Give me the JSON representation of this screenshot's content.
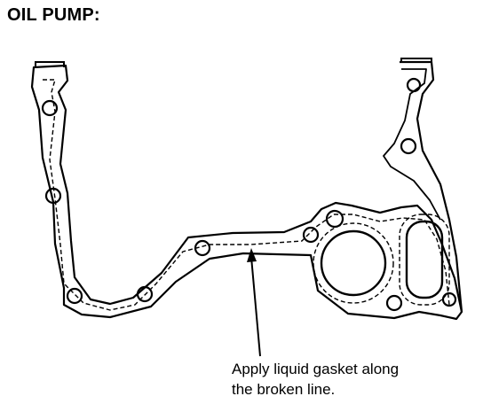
{
  "header": {
    "title": "OIL PUMP:"
  },
  "callout": {
    "line1": "Apply liquid gasket along",
    "line2": "the broken line."
  },
  "colors": {
    "ink": "#000000",
    "background": "#ffffff"
  }
}
